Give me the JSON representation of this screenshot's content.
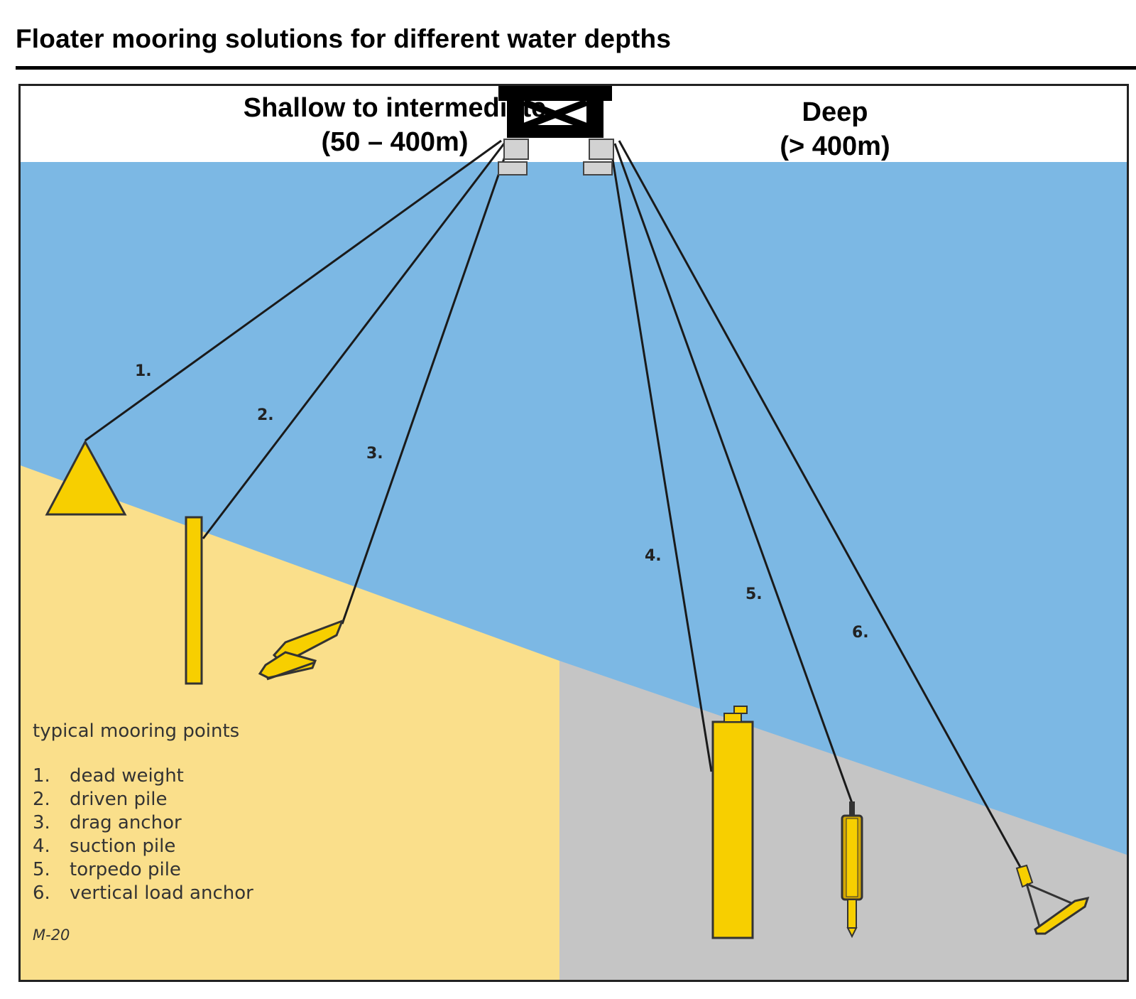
{
  "title": "Floater mooring solutions for different water depths",
  "regions": {
    "shallow": {
      "line1": "Shallow to intermediate",
      "line2": "(50 – 400m)"
    },
    "deep": {
      "line1": "Deep",
      "line2": "(> 400m)"
    }
  },
  "line_numbers": [
    "1.",
    "2.",
    "3.",
    "4.",
    "5.",
    "6."
  ],
  "legend": {
    "title": "typical mooring points",
    "items": [
      {
        "num": "1.",
        "label": "dead weight"
      },
      {
        "num": "2.",
        "label": "driven pile"
      },
      {
        "num": "3.",
        "label": "drag anchor"
      },
      {
        "num": "4.",
        "label": "suction pile"
      },
      {
        "num": "5.",
        "label": "torpedo pile"
      },
      {
        "num": "6.",
        "label": "vertical load anchor"
      }
    ]
  },
  "figure_code": "M-20",
  "colors": {
    "water": "#7cb8e4",
    "sand": "#fadf8b",
    "clay": "#c5c5c5",
    "anchor": "#f7cf00",
    "platform": "#000000",
    "line": "#1a1a1a"
  }
}
